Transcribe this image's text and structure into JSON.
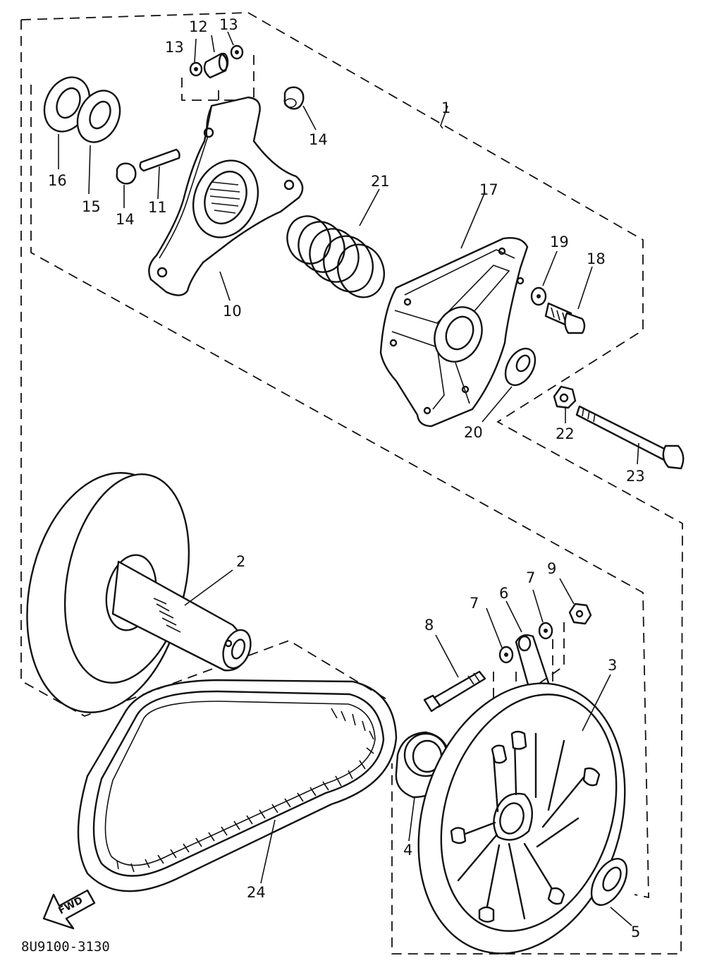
{
  "diagram": {
    "reference_code": "8U9100-3130",
    "direction_label": "FWD",
    "part_numbers": {
      "p1": "1",
      "p2": "2",
      "p3": "3",
      "p4": "4",
      "p5": "5",
      "p6": "6",
      "p7a": "7",
      "p7b": "7",
      "p8": "8",
      "p9": "9",
      "p10": "10",
      "p11": "11",
      "p12": "12",
      "p13a": "13",
      "p13b": "13",
      "p14a": "14",
      "p14b": "14",
      "p15": "15",
      "p16": "16",
      "p17": "17",
      "p18": "18",
      "p19": "19",
      "p20": "20",
      "p21": "21",
      "p22": "22",
      "p23": "23",
      "p24": "24"
    }
  }
}
